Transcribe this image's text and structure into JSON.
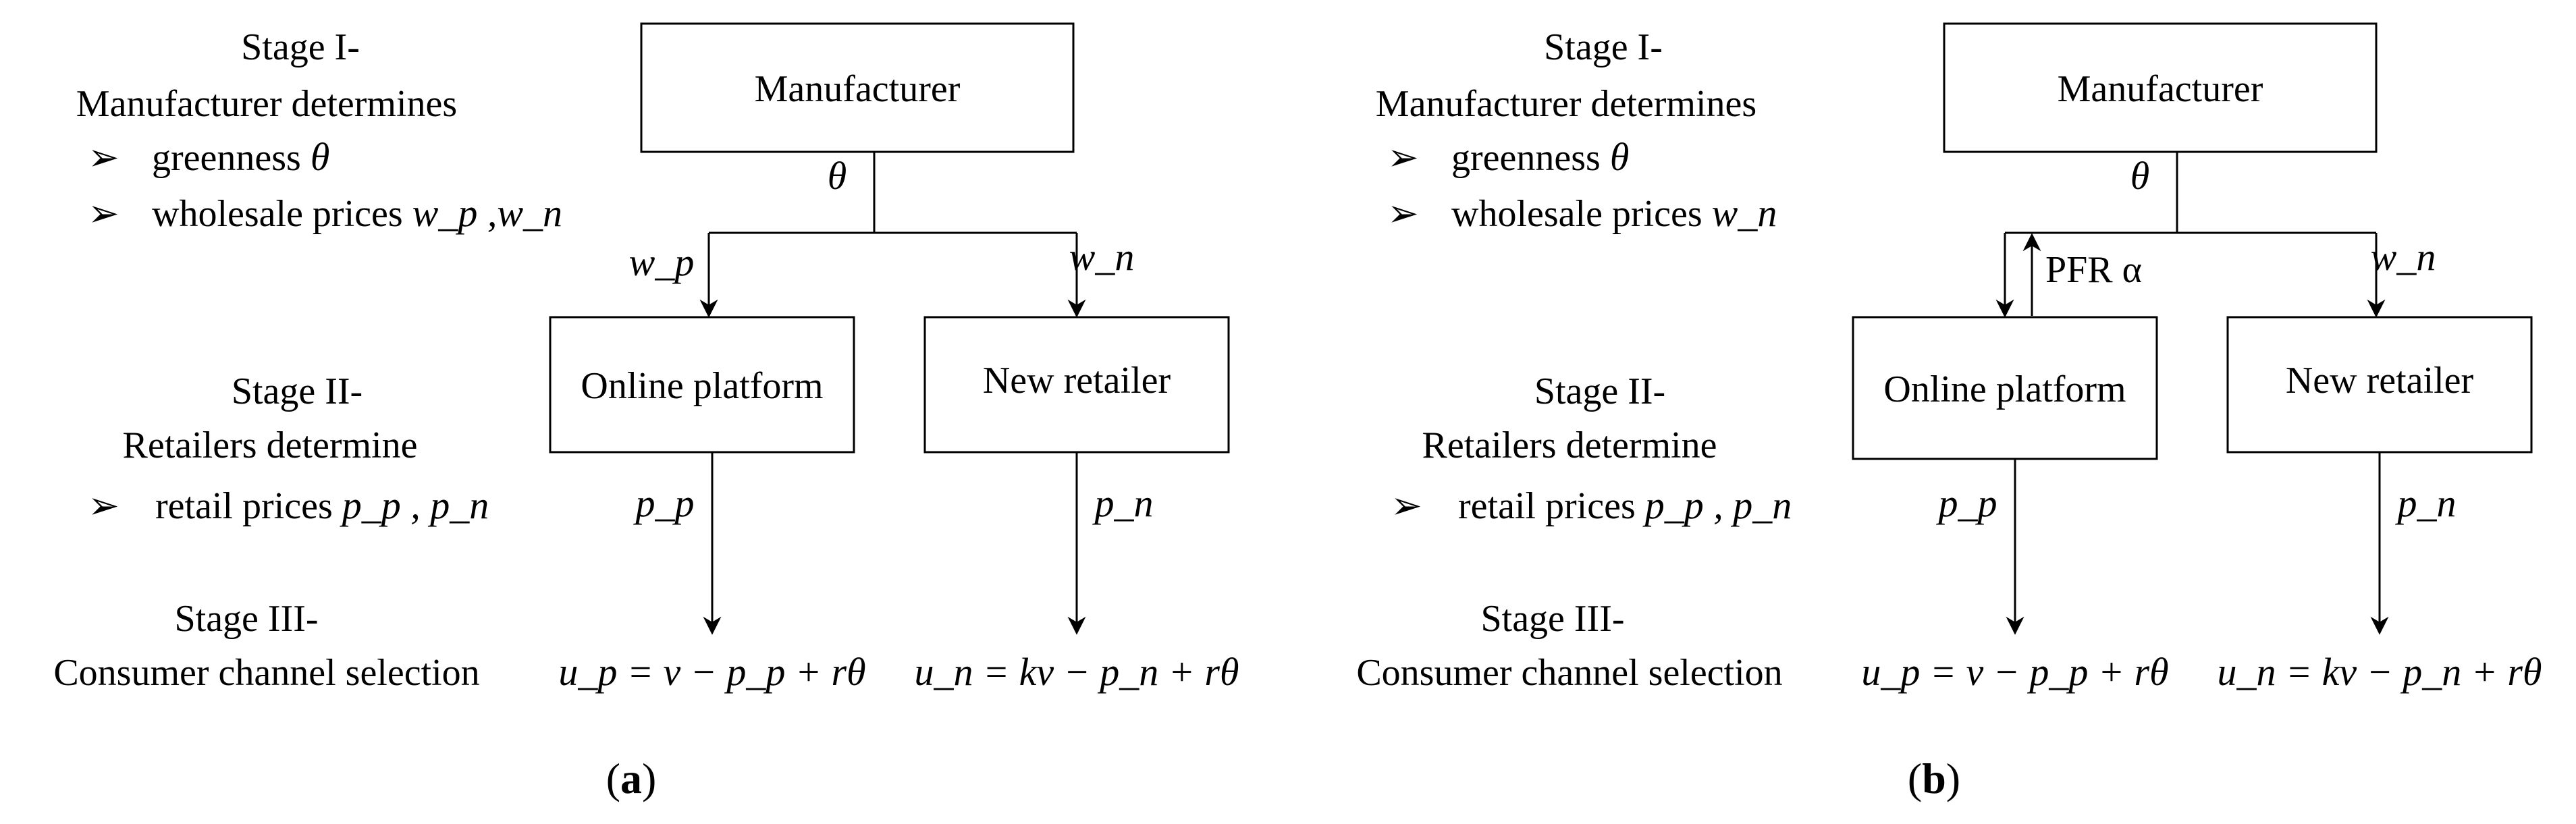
{
  "panels": [
    {
      "id": "a",
      "caption_letter": "a",
      "stage1": {
        "title": "Stage I-",
        "subtitle": "Manufacturer determines",
        "bullet_marker": "➢",
        "bullets": [
          {
            "text": "greenness ",
            "var": "θ"
          },
          {
            "text": "wholesale prices ",
            "var": "w_p ,w_n"
          }
        ]
      },
      "stage2": {
        "title": "Stage II-",
        "subtitle": "Retailers determine",
        "bullet_marker": "➢",
        "bullet": {
          "text": "retail prices ",
          "var": "p_p , p_n"
        }
      },
      "stage3": {
        "title": "Stage III-",
        "subtitle": "Consumer channel selection"
      },
      "boxes": {
        "manufacturer": "Manufacturer",
        "online": "Online platform",
        "new_retailer": "New retailer"
      },
      "edge_labels": {
        "theta": "θ",
        "wp": "w_p",
        "wn": "w_n",
        "pp": "p_p",
        "pn": "p_n"
      },
      "utilities": {
        "up": "u_p = v − p_p + rθ",
        "un": "u_n = kv − p_n + rθ"
      }
    },
    {
      "id": "b",
      "caption_letter": "b",
      "stage1": {
        "title": "Stage I-",
        "subtitle": "Manufacturer determines",
        "bullet_marker": "➢",
        "bullets": [
          {
            "text": "greenness ",
            "var": "θ"
          },
          {
            "text": "wholesale prices ",
            "var": "w_n"
          }
        ]
      },
      "stage2": {
        "title": "Stage II-",
        "subtitle": "Retailers determine",
        "bullet_marker": "➢",
        "bullet": {
          "text": "retail prices ",
          "var": "p_p , p_n"
        }
      },
      "stage3": {
        "title": "Stage III-",
        "subtitle": "Consumer channel selection"
      },
      "boxes": {
        "manufacturer": "Manufacturer",
        "online": "Online platform",
        "new_retailer": "New retailer"
      },
      "edge_labels": {
        "theta": "θ",
        "pfr": "PFR α",
        "wn": "w_n",
        "pp": "p_p",
        "pn": "p_n"
      },
      "utilities": {
        "up": "u_p = v − p_p + rθ",
        "un": "u_n = kv − p_n + rθ"
      }
    }
  ]
}
